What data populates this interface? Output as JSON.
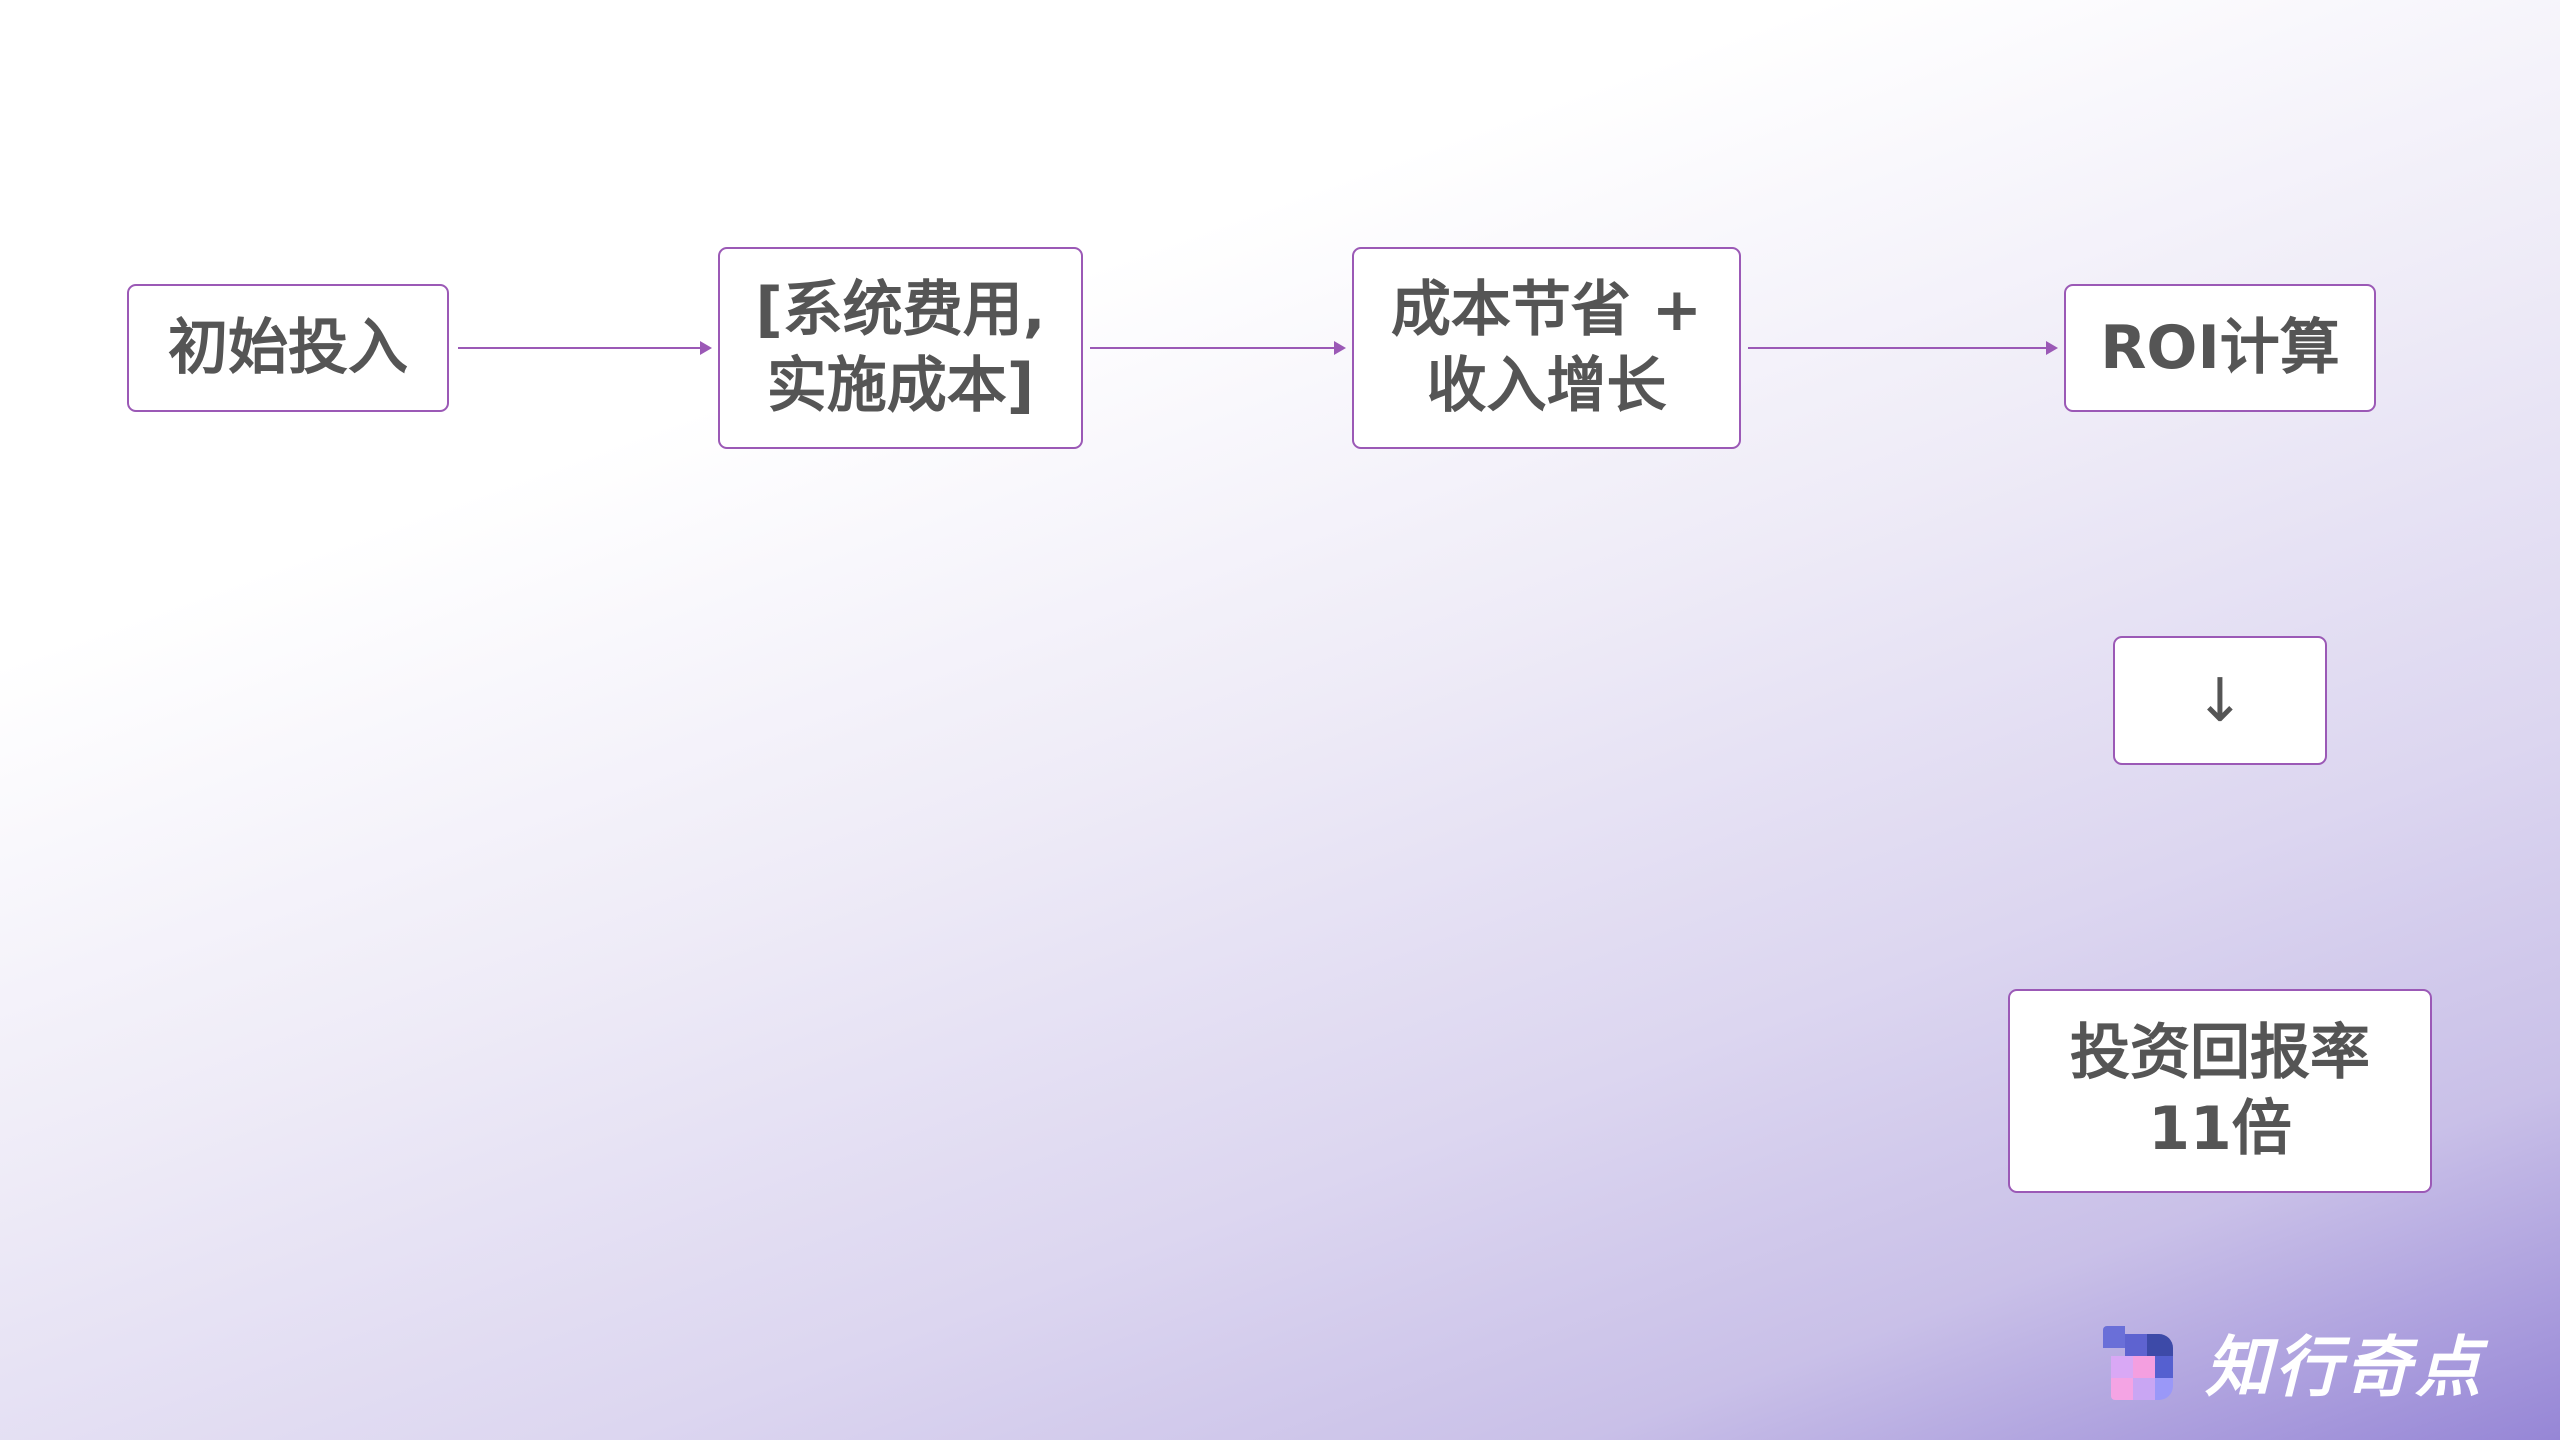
{
  "flow": {
    "nodes": [
      {
        "id": "initial-investment",
        "label": "初始投入"
      },
      {
        "id": "costs",
        "label": "[系统费用, 实施成本]"
      },
      {
        "id": "benefits",
        "label": "成本节省 + 收入增长"
      },
      {
        "id": "roi-calc",
        "label": "ROI计算"
      },
      {
        "id": "down-arrow",
        "label": "↓"
      },
      {
        "id": "roi-result",
        "label": "投资回报率11倍"
      }
    ],
    "edges": [
      {
        "from": "initial-investment",
        "to": "costs"
      },
      {
        "from": "costs",
        "to": "benefits"
      },
      {
        "from": "benefits",
        "to": "roi-calc"
      }
    ]
  },
  "colors": {
    "border": "#9b59b6",
    "text": "#555555",
    "node_bg": "#ffffff"
  },
  "logo": {
    "text": "知行奇点",
    "icon": "pixel-grid-logo-icon"
  }
}
